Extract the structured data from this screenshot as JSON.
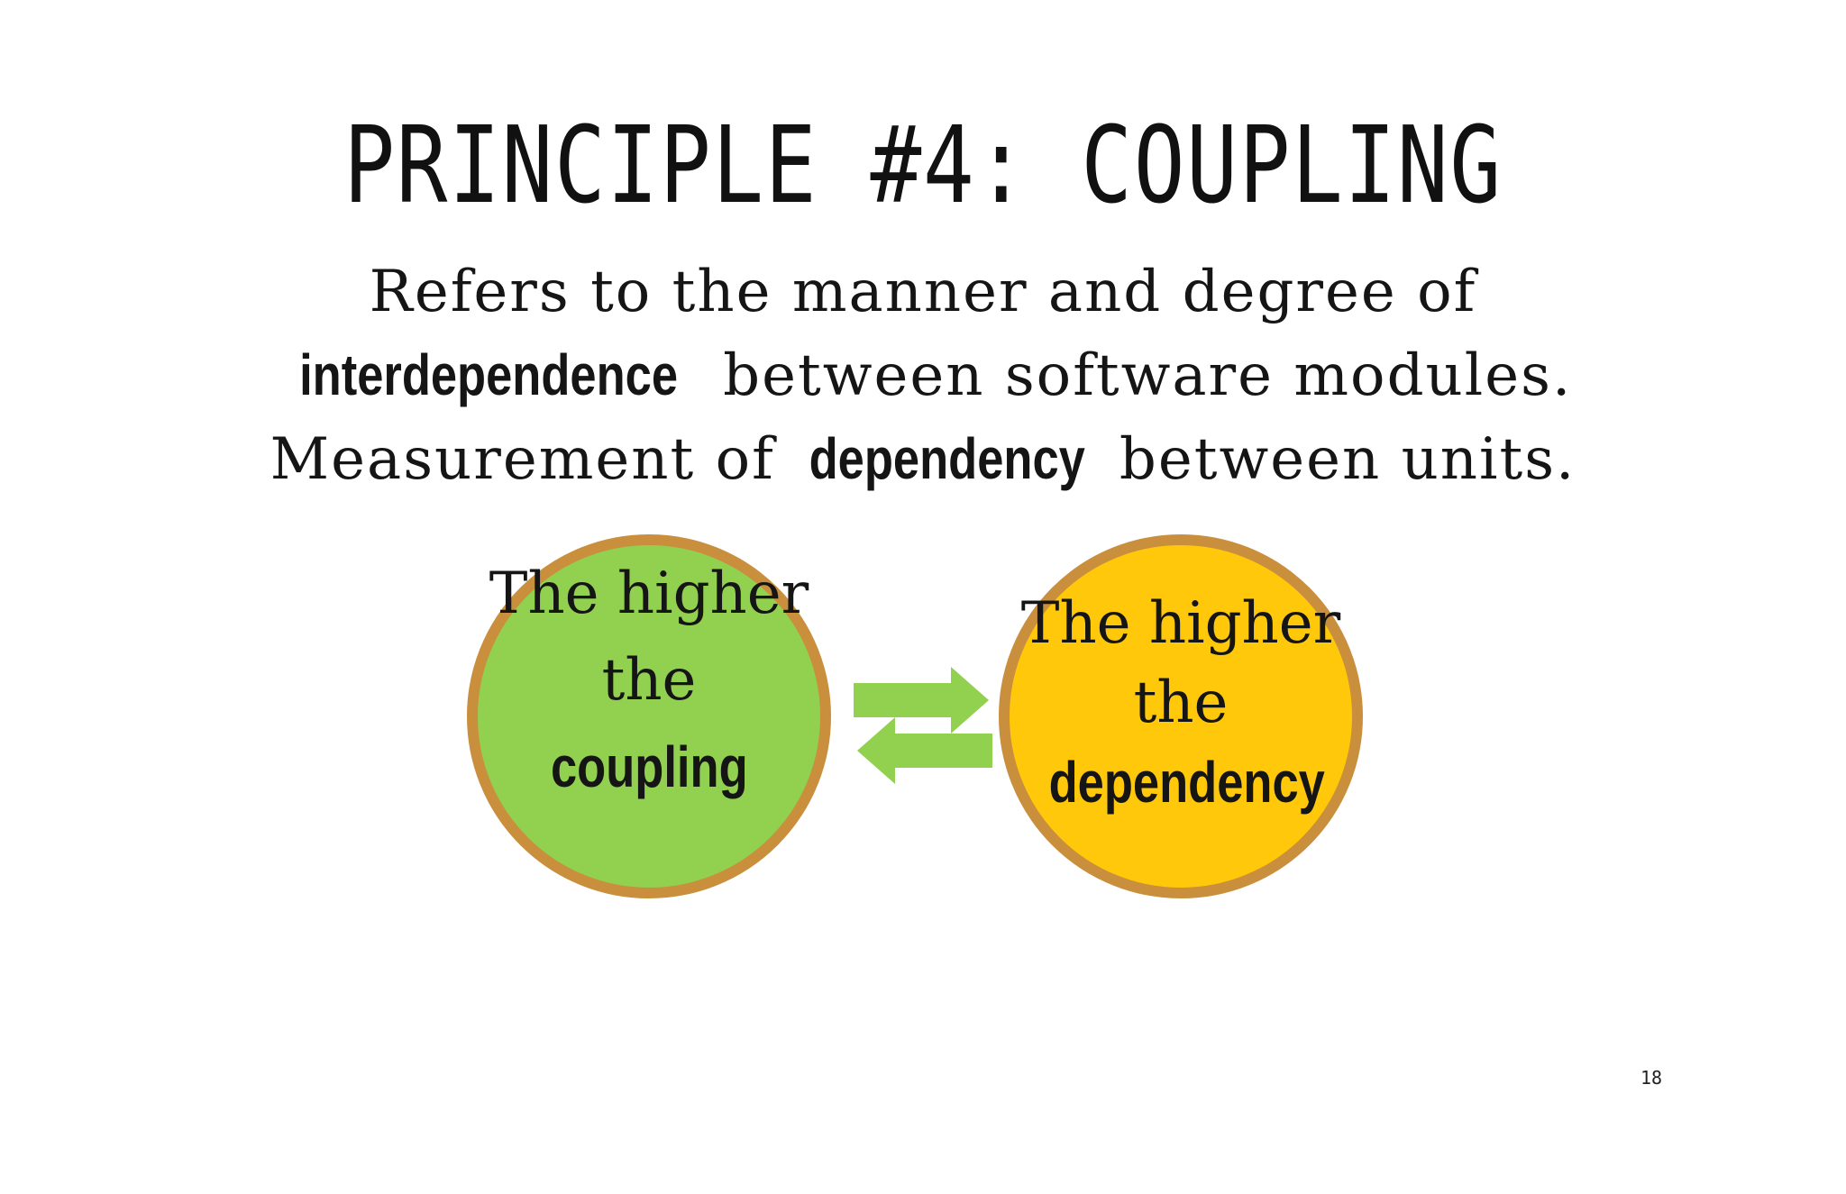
{
  "slide": {
    "title": "PRINCIPLE #4: COUPLING",
    "body": {
      "line1": "Refers to the manner and degree of",
      "line2_emphasis": "interdependence",
      "line2_rest": " between software modules.",
      "line3_start": "Measurement of ",
      "line3_emphasis": "dependency",
      "line3_rest": " between units."
    },
    "left_circle": {
      "line1": "The higher",
      "line2_start": "the ",
      "line2_emphasis": "coupling",
      "color": "#92d050"
    },
    "right_circle": {
      "line1": "The higher",
      "line2": "the",
      "line3_emphasis": "dependency",
      "color": "#ffc80a"
    },
    "arrow_color": "#92d050",
    "circle_border_color": "#c98f3c",
    "page_number": "18"
  }
}
